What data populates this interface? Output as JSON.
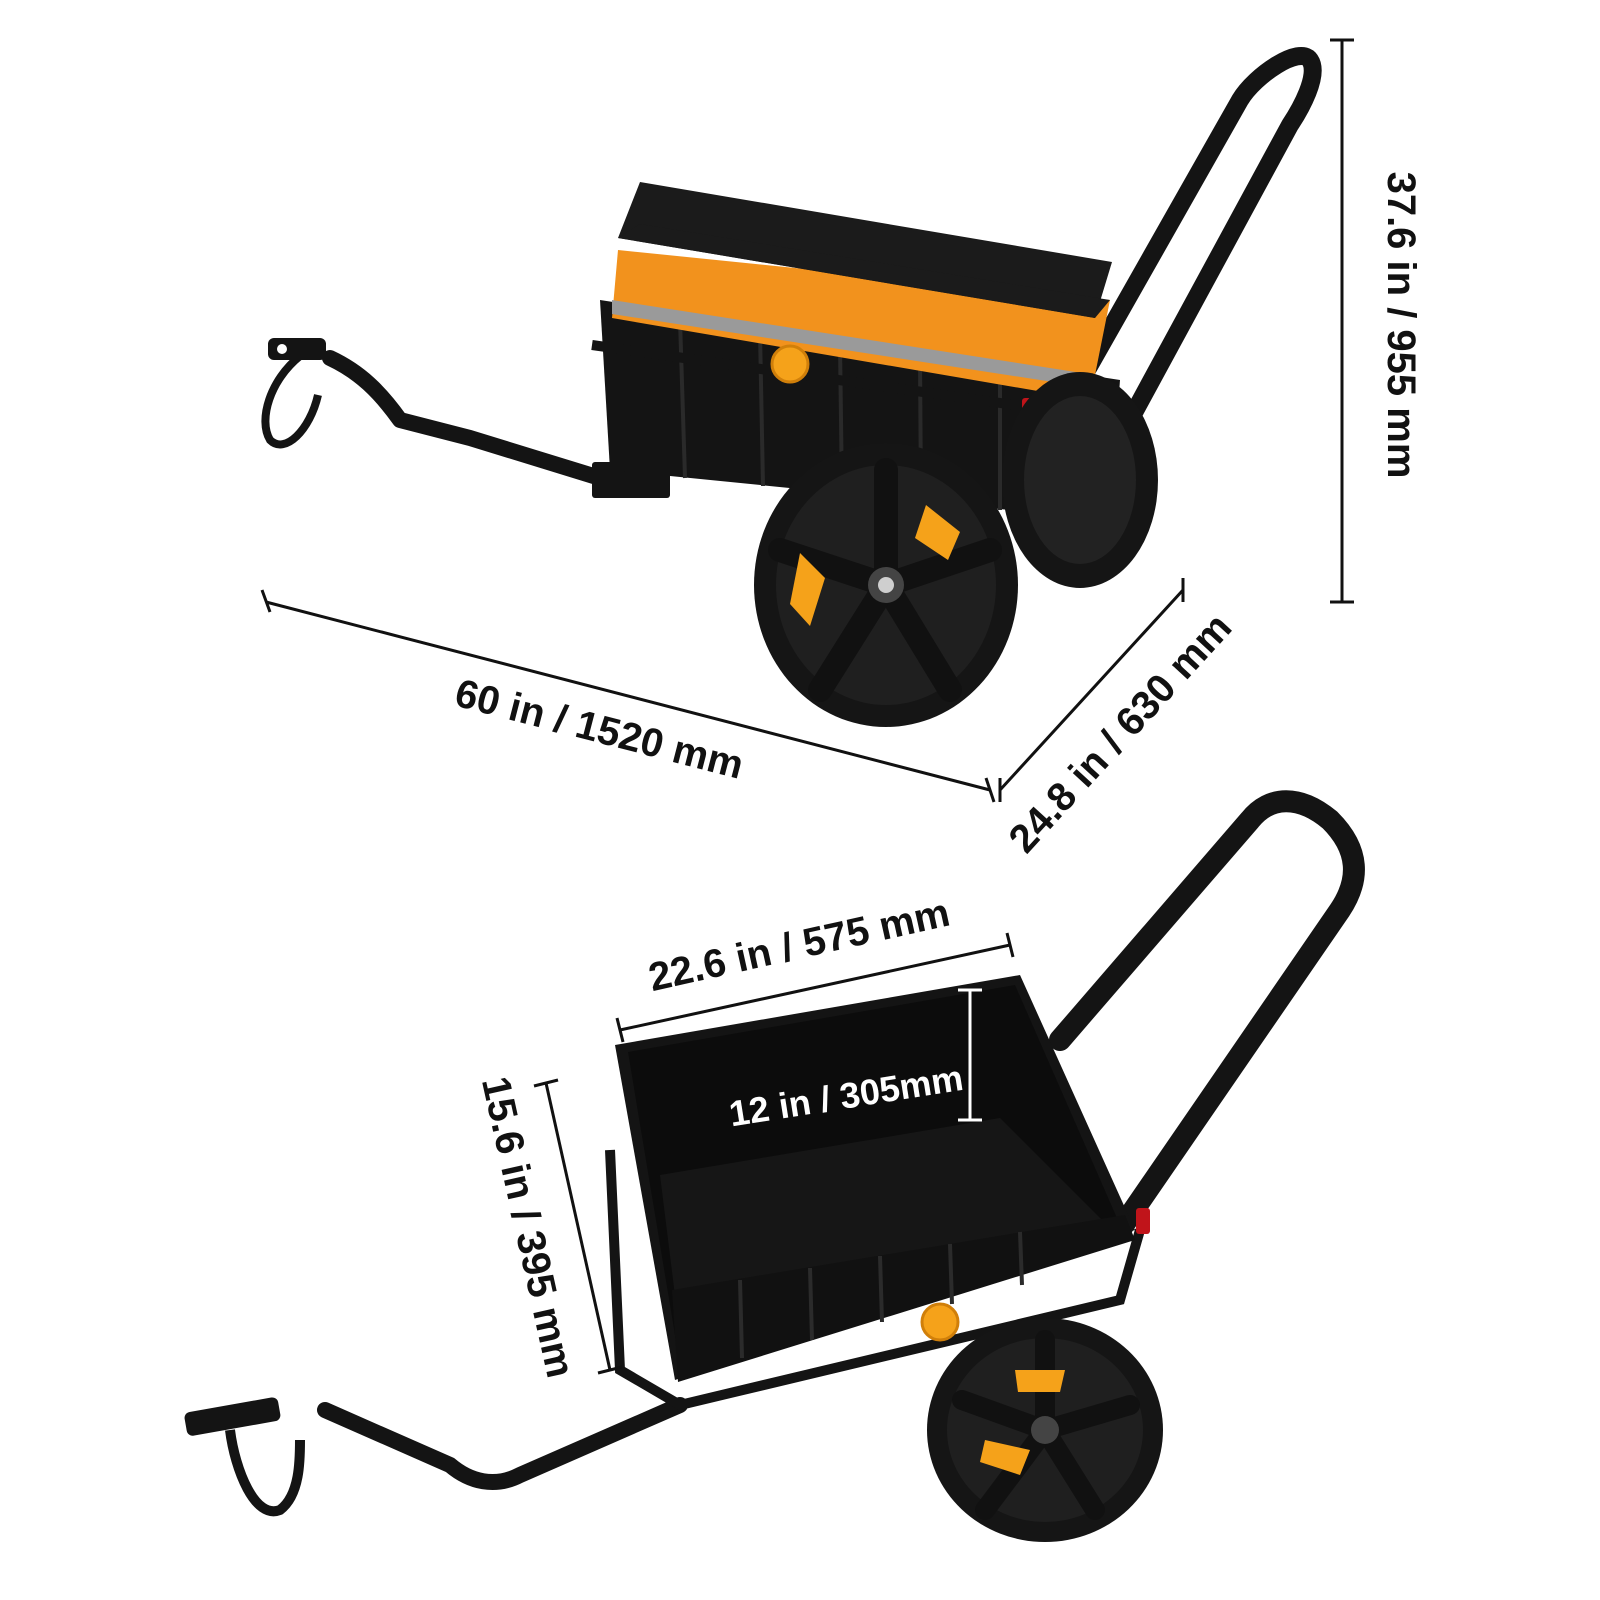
{
  "colors": {
    "background": "#ffffff",
    "frame": "#141414",
    "cover_top": "#1b1b1b",
    "accent_orange": "#f2921d",
    "reflector_amber": "#f5a21a",
    "reflector_red": "#c0141a",
    "tire": "#151515",
    "dimension_line": "#111111"
  },
  "dimensions": {
    "length": "60 in / 1520 mm",
    "width": "24.8 in / 630 mm",
    "height": "37.6 in / 955 mm",
    "box_width": "22.6 in / 575 mm",
    "box_depth": "15.6 in / 395 mm",
    "box_height": "12 in / 305mm"
  }
}
